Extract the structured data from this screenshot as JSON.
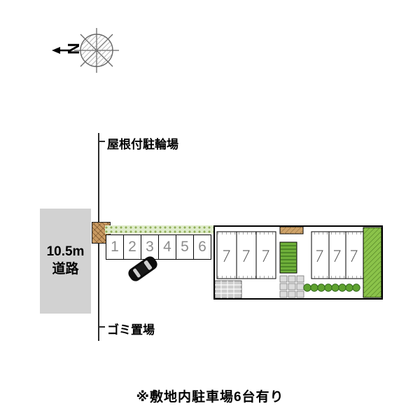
{
  "compass": {
    "north_label": "N"
  },
  "road": {
    "width_label": "10.5m",
    "name_label": "道路"
  },
  "annotations": {
    "bike_shed_label": "屋根付駐輪場",
    "garbage_label": "ゴミ置場"
  },
  "parking": {
    "space_numbers": [
      "1",
      "2",
      "3",
      "4",
      "5",
      "6"
    ]
  },
  "footer": {
    "note": "※敷地内駐車場6台有り"
  },
  "colors": {
    "road_gray": "#d2d2d2",
    "grass_light": "#dfeccb",
    "stair_green": "#6fb03a",
    "hedge_green": "#8bc34a",
    "canopy_tan": "#cfa36a",
    "shed_tan": "#c99a62"
  }
}
